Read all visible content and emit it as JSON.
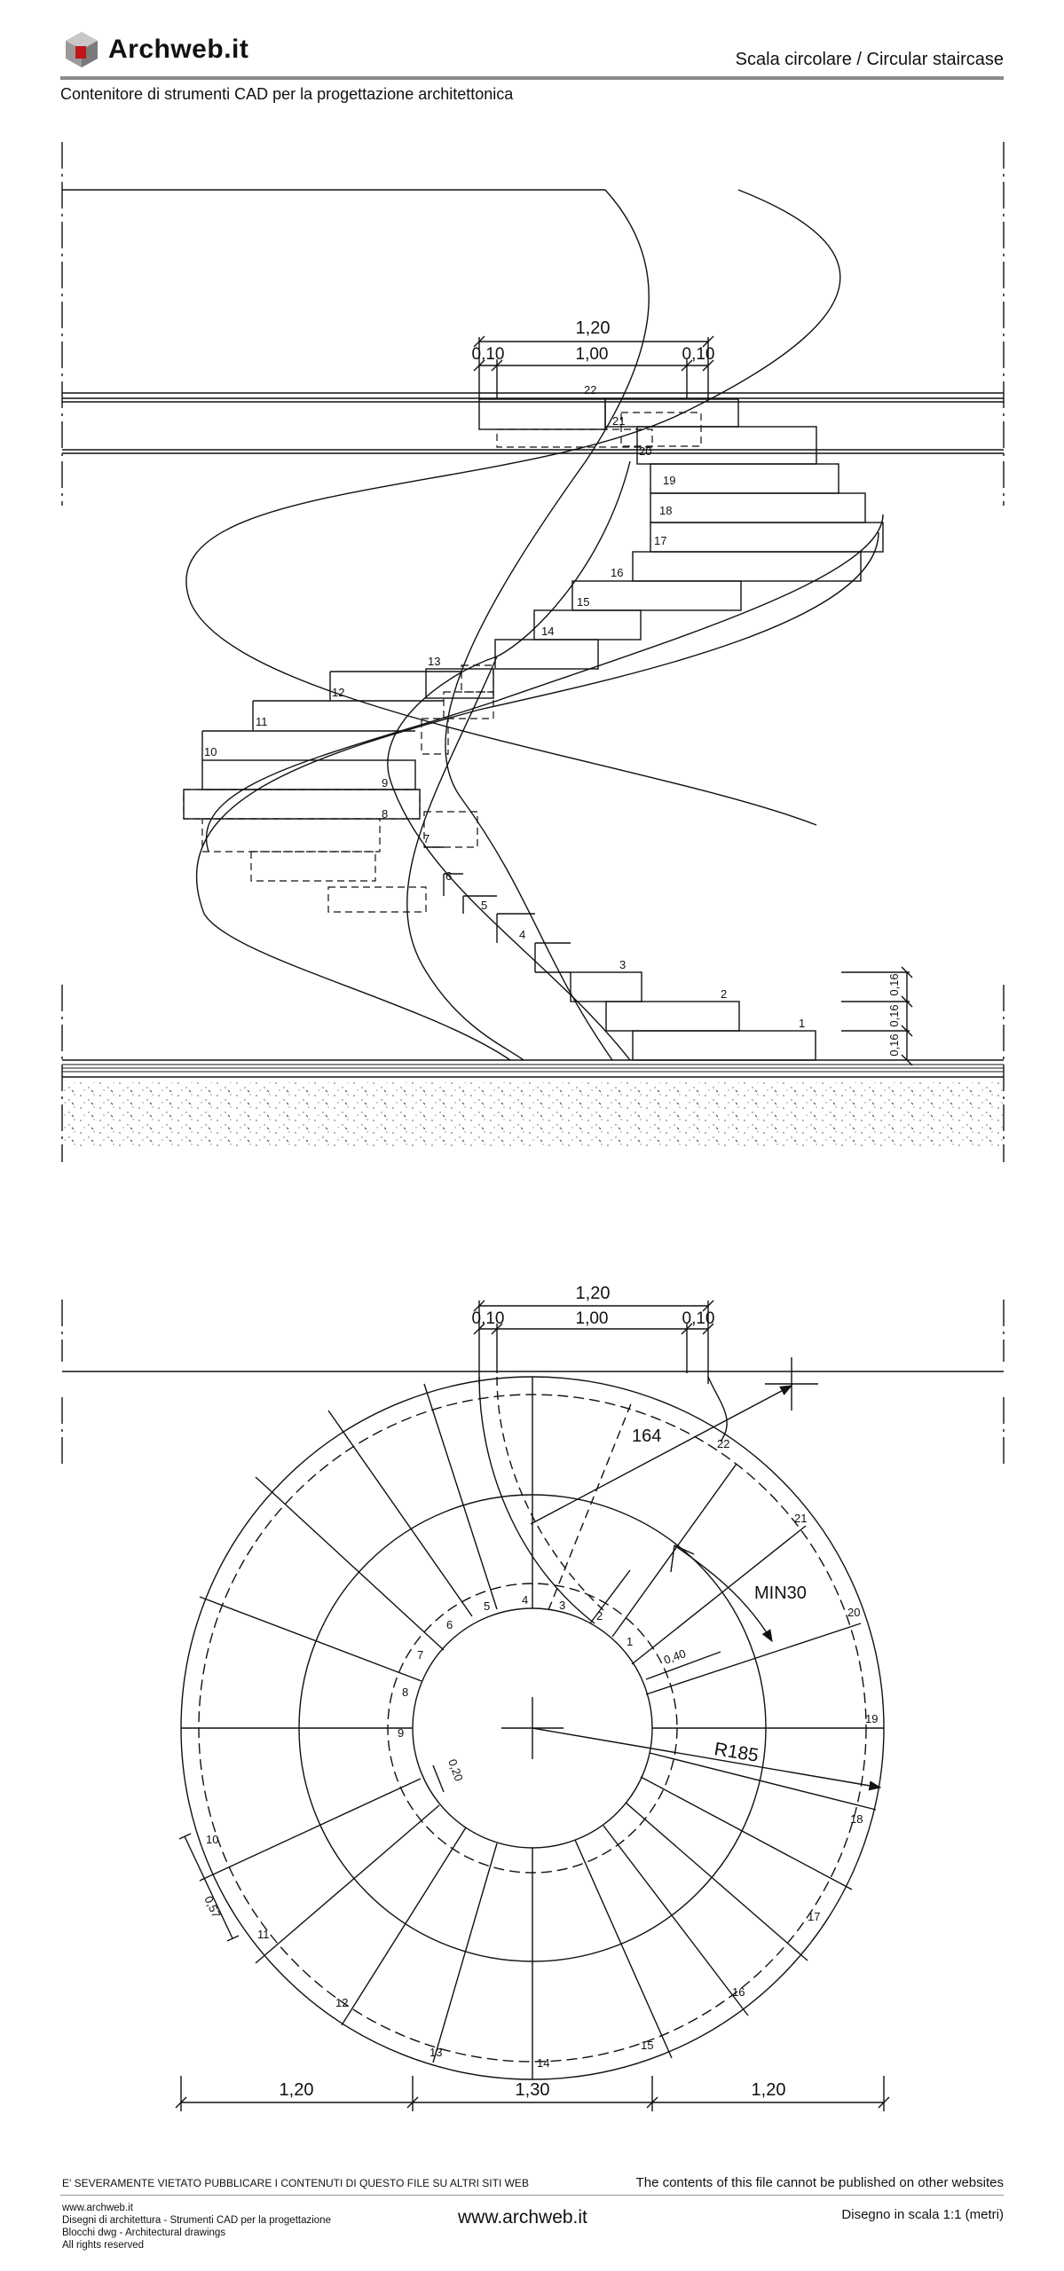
{
  "header": {
    "logo_text": "Archweb.it",
    "title": "Scala circolare  /  Circular staircase",
    "subtitle": "Contenitore di strumenti CAD per la progettazione architettonica"
  },
  "elevation": {
    "top_dims": [
      "1,20",
      "0,10",
      "1,00",
      "0,10"
    ],
    "riser_dims": [
      "0,16",
      "0,16",
      "0,16"
    ],
    "step_numbers": [
      "1",
      "2",
      "3",
      "4",
      "5",
      "6",
      "7",
      "8",
      "9",
      "10",
      "11",
      "12",
      "13",
      "14",
      "15",
      "16",
      "17",
      "18",
      "19",
      "20",
      "21",
      "22"
    ]
  },
  "plan": {
    "top_dims": [
      "1,20",
      "0,10",
      "1,00",
      "0,10"
    ],
    "bottom_dims": [
      "1,20",
      "1,30",
      "1,20"
    ],
    "labels": {
      "headroom": "164",
      "min": "MIN30",
      "radius": "R185",
      "tread_outer": "0,57",
      "tread_inner": "0,20",
      "tread_mid": "0,40"
    },
    "step_numbers": [
      "1",
      "2",
      "3",
      "4",
      "5",
      "6",
      "7",
      "8",
      "9",
      "10",
      "11",
      "12",
      "13",
      "14",
      "15",
      "16",
      "17",
      "18",
      "19",
      "20",
      "21",
      "22"
    ]
  },
  "footer": {
    "warning_it": "E' SEVERAMENTE VIETATO PUBBLICARE I CONTENUTI DI QUESTO FILE SU ALTRI SITI WEB",
    "warning_en": "The contents of this file cannot be published on other websites",
    "left_lines": [
      "www.archweb.it",
      "Disegni di architettura - Strumenti CAD  per la progettazione",
      "Blocchi dwg - Architectural drawings",
      "All rights reserved"
    ],
    "center": "www.archweb.it",
    "scale": "Disegno in scala 1:1 (metri)"
  }
}
